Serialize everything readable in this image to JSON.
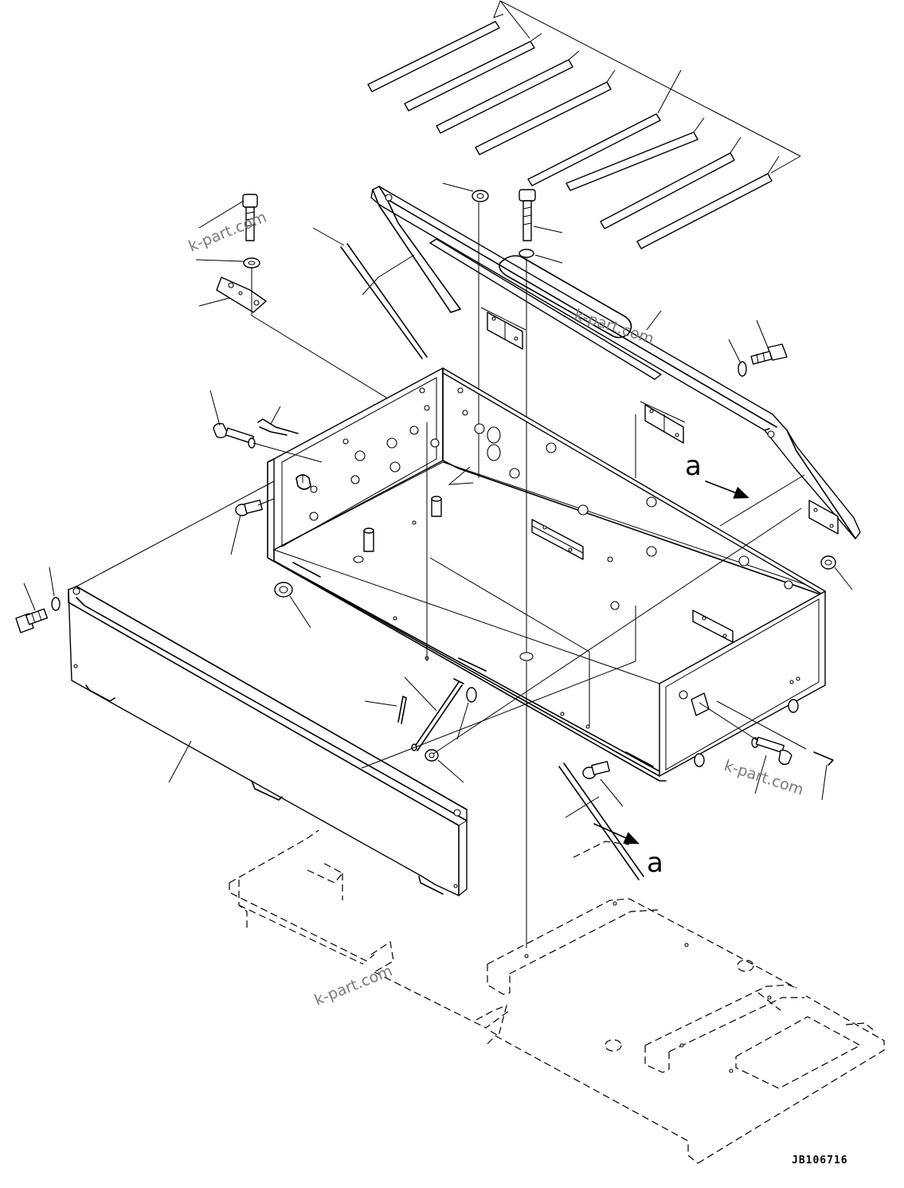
{
  "view_labels": {
    "a_upper": "a",
    "a_lower": "a"
  },
  "watermarks": [
    "k-part.com",
    "k-part.com",
    "k-part.com",
    "k-part.com"
  ],
  "drawing_code": "JB106716"
}
